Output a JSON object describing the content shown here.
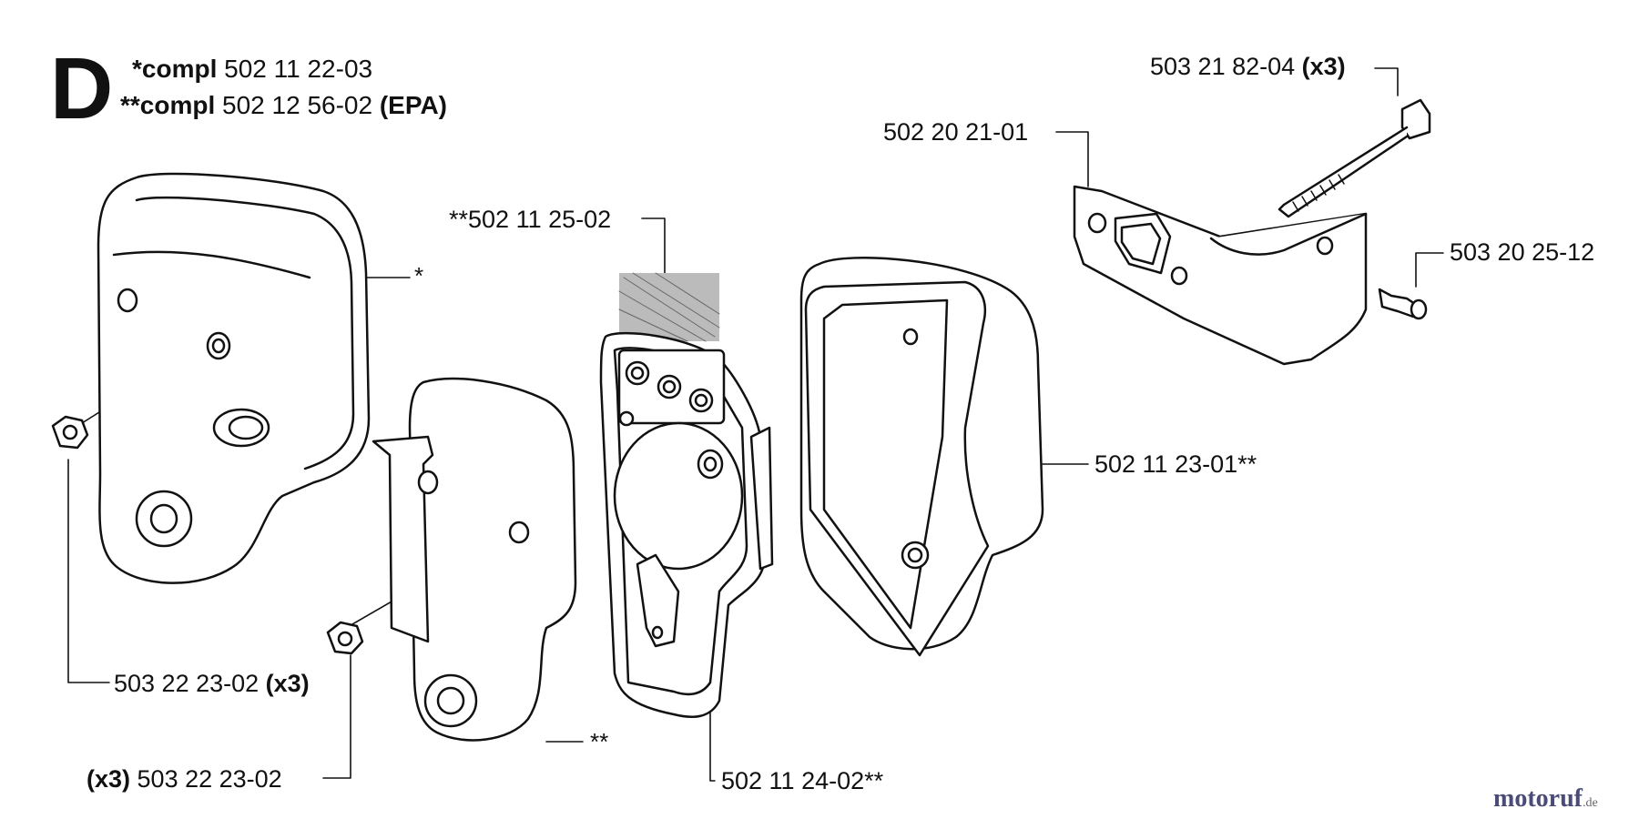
{
  "section": {
    "letter": "D"
  },
  "assemblies": [
    {
      "prefix": "*compl",
      "part": "502 11 22-03",
      "suffix": ""
    },
    {
      "prefix": "**compl",
      "part": "502 12 56-02",
      "suffix": "(EPA)"
    }
  ],
  "callouts": {
    "bolt": {
      "part": "503 21 82-04",
      "qty": "(x3)"
    },
    "bracket": {
      "part": "502 20 21-01"
    },
    "screw": {
      "part": "503 20 25-12"
    },
    "screen": {
      "part": "**502 11 25-02"
    },
    "muffler_body": {
      "part": "502 11 23-01**"
    },
    "nut_upper": {
      "part": "503 22 23-02",
      "qty": "(x3)"
    },
    "nut_lower": {
      "qty": "(x3)",
      "part": "503 22 23-02"
    },
    "deflector_plate": {
      "part": "502 11 24-02**"
    }
  },
  "marks": {
    "cover_star": "*",
    "cover_double_star": "**"
  },
  "watermark": {
    "brand": "motoruf",
    "tld": ".de"
  }
}
